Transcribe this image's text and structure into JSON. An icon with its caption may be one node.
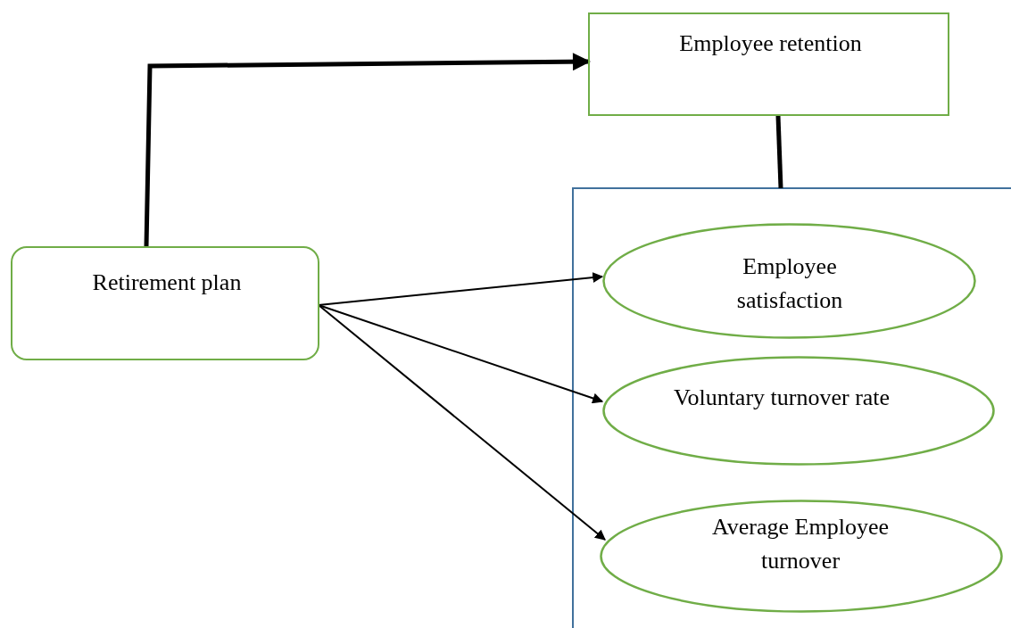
{
  "diagram": {
    "nodes": [
      {
        "text": [
          "Retirement plan"
        ]
      },
      {
        "text": [
          "Employee retention"
        ]
      },
      {
        "text": [],
        "shape": "box"
      },
      {
        "text": [
          "Employee satisfaction"
        ],
        "in": 2
      },
      {
        "text": [
          "Voluntary turnover rate"
        ],
        "in": 2
      },
      {
        "text": [
          "Average Employee turnover"
        ],
        "in": 2
      }
    ],
    "edges": [
      {
        "from": 0,
        "to": 1,
        "arrow": "to",
        "style": "thick"
      },
      {
        "from": 1,
        "to": 2,
        "arrow": "none",
        "style": "thick"
      },
      {
        "from": 0,
        "to": 3,
        "arrow": "to"
      },
      {
        "from": 0,
        "to": 4,
        "arrow": "to"
      },
      {
        "from": 0,
        "to": 5,
        "arrow": "to"
      }
    ]
  }
}
